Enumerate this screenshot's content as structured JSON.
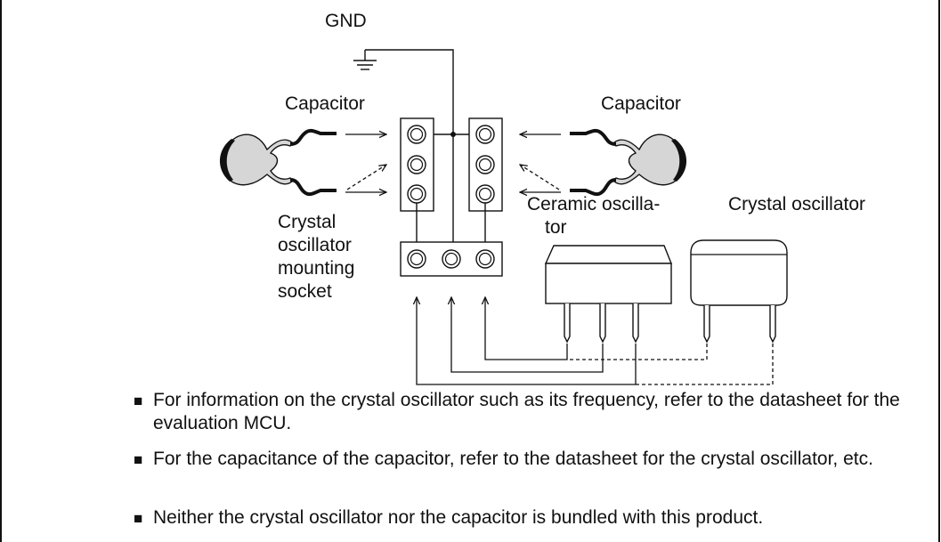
{
  "diagram": {
    "labels": {
      "gnd": "GND",
      "capacitor_left": "Capacitor",
      "capacitor_right": "Capacitor",
      "socket_line1": "Crystal",
      "socket_line2": "oscillator",
      "socket_line3": "mounting",
      "socket_line4": "socket",
      "ceramic_line1": "Ceramic oscilla-",
      "ceramic_line2": "tor",
      "crystal_oscillator": "Crystal oscillator"
    }
  },
  "notes": [
    {
      "bullet": "■",
      "text": "For information on the crystal oscillator such as its frequency, refer to the datasheet for the evaluation MCU."
    },
    {
      "bullet": "■",
      "text": "For the capacitance of the capacitor, refer to the datasheet for the crystal oscillator, etc."
    },
    {
      "bullet": "■",
      "text": "Neither the crystal oscillator nor the capacitor is bundled with this product."
    }
  ]
}
